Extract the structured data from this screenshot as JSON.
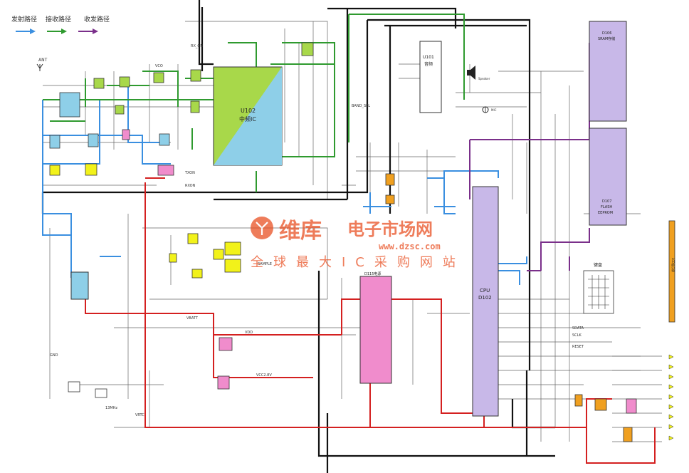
{
  "legend": {
    "transmit": "发射路径",
    "receive": "接收路径",
    "rx_tx": "收发路径"
  },
  "colors": {
    "transmit": "#3a8fe0",
    "receive": "#2f9a2f",
    "rx_tx": "#7a2f8a",
    "power": "#d42020",
    "bus": "#111111",
    "ic_yellow": "#f2f21a",
    "ic_cyan": "#8ecfe8",
    "ic_green": "#a8d84a",
    "ic_pink": "#f08ccc",
    "ic_lav": "#c8b8e8",
    "ic_orange": "#f0a020"
  },
  "blocks": {
    "u102_a": "U102",
    "u102_b": "中频IC",
    "u101_a": "U101",
    "u101_b": "音频",
    "d106_a": "D106",
    "d106_b": "SRAM存储",
    "d107_a": "D107",
    "d107_b": "FLASH",
    "d107_c": "EEPROM",
    "cpu_a": "CPU",
    "cpu_b": "D102",
    "d115": "D115电源",
    "keypad": "键盘",
    "lcd": "LCD显示屏",
    "speaker": "Speaker",
    "mic": "MIC",
    "ant": "ANT"
  },
  "watermark": {
    "brand": "维库",
    "title": "电子市场网",
    "url": "www.dzsc.com",
    "slogan": "全球最大IC采购网站"
  },
  "labels": {
    "top_lbl1": "RX_ON",
    "top_lbl2": "VCO",
    "top_lbl3": "BAND_SEL",
    "txon": "TXON",
    "rxon": "RXON",
    "sample": "SAMPLE",
    "vbatt": "VBATT",
    "vdd": "VDD",
    "gnd": "GND",
    "v28": "VCC2.8V",
    "vrtc": "VRTC",
    "sdata": "SDATA",
    "sclk": "SCLK",
    "reset": "RESET",
    "xin": "13MHz"
  }
}
